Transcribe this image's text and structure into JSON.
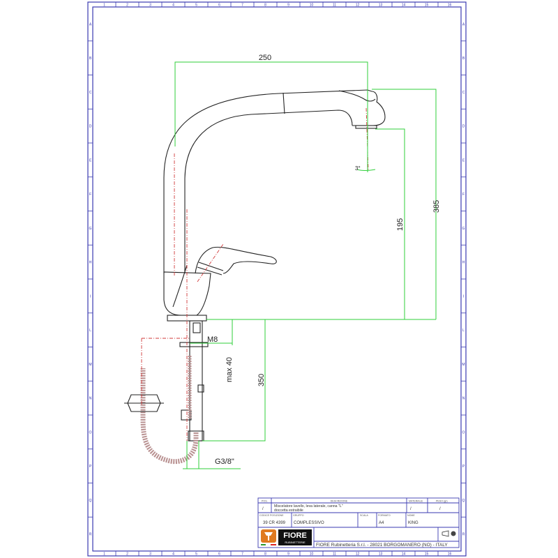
{
  "ruler": {
    "columns": [
      "1",
      "2",
      "3",
      "4",
      "5",
      "6",
      "7",
      "8",
      "9",
      "10",
      "11",
      "12",
      "13",
      "14",
      "15",
      "16"
    ],
    "rows": [
      "A",
      "B",
      "C",
      "D",
      "E",
      "F",
      "G",
      "H",
      "I",
      "L",
      "M",
      "N",
      "O",
      "P",
      "Q",
      "R"
    ]
  },
  "dimensions": {
    "width": "250",
    "height_total": "385",
    "height_spout": "195",
    "spray_angle": "3°",
    "thread_stud": "M8",
    "max_deck": "max 40",
    "hose_length": "350",
    "connection": "G3/8\""
  },
  "title_block": {
    "pos_label": "POS.",
    "pos_value": "/",
    "description_label": "DESCRIZIONE",
    "description_line1": "Miscelatore lavello, leva laterale, canna \"L\"",
    "description_line2": "doccetta estraibile",
    "material_label": "MATERIALE",
    "material_value": "/",
    "weight_label": "PESO (gr)",
    "weight_value": "/",
    "code_label": "CODICE POSIZIONE",
    "code_value": "39 CR 4399",
    "group_label": "GRUPPO",
    "group_value": "COMPLESSIVO",
    "scale_label": "SCALA",
    "scale_value": "",
    "format_label": "FORMATO",
    "format_value": "A4",
    "name_label": "NOME",
    "name_value": "KING",
    "company": "FIORE Rubinetteria S.r.l. - 28021 BORGOMANERO (NO) - ITALY",
    "logo_text": "FIORE",
    "logo_sub": "RUBINETTERIE"
  },
  "colors": {
    "frame": "#3a3ab0",
    "dimension": "#2fcf3a",
    "centerline": "#d23a3a",
    "logo": "#e07a20"
  }
}
